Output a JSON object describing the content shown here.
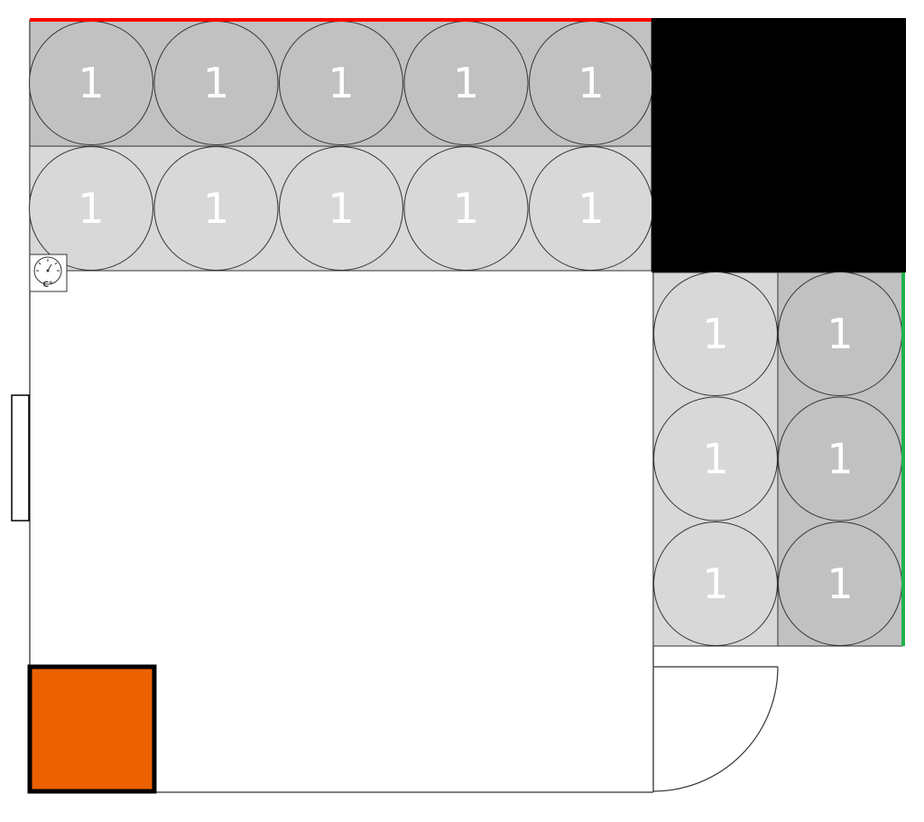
{
  "colors": {
    "rack_dark": "#c1c1c1",
    "rack_light": "#d8d8d8",
    "circle_outline": "#333333",
    "wall_line": "#333333",
    "red_edge": "#ff0000",
    "green_edge": "#22b14c",
    "black_block": "#000000",
    "orange_unit": "#ec6100",
    "label_text": "#ffffff"
  },
  "icons": {
    "gauge": "thermometer-gauge-icon"
  },
  "thermometer_unit": "C°",
  "racks": [
    {
      "id": "top-row-1",
      "shade": "dark",
      "slots": [
        "1",
        "1",
        "1",
        "1",
        "1"
      ]
    },
    {
      "id": "top-row-2",
      "shade": "light",
      "slots": [
        "1",
        "1",
        "1",
        "1",
        "1"
      ]
    },
    {
      "id": "right-col-1",
      "shade": "light",
      "slots": [
        "1",
        "1",
        "1"
      ]
    },
    {
      "id": "right-col-2",
      "shade": "dark",
      "slots": [
        "1",
        "1",
        "1"
      ]
    }
  ]
}
